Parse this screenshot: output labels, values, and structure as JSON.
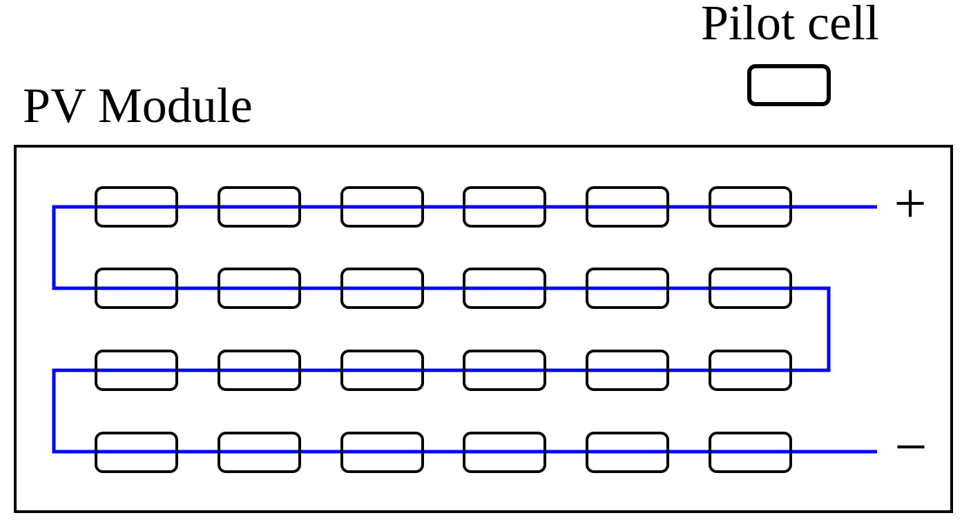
{
  "labels": {
    "pv_module": "PV Module",
    "pilot_cell": "Pilot cell"
  },
  "terminals": {
    "positive": "+",
    "negative": "−"
  },
  "colors": {
    "wire": "#0000ff",
    "outline": "#000000",
    "background": "#ffffff"
  },
  "module": {
    "grid": {
      "rows": 4,
      "columns": 6,
      "cell_count": 24
    }
  }
}
